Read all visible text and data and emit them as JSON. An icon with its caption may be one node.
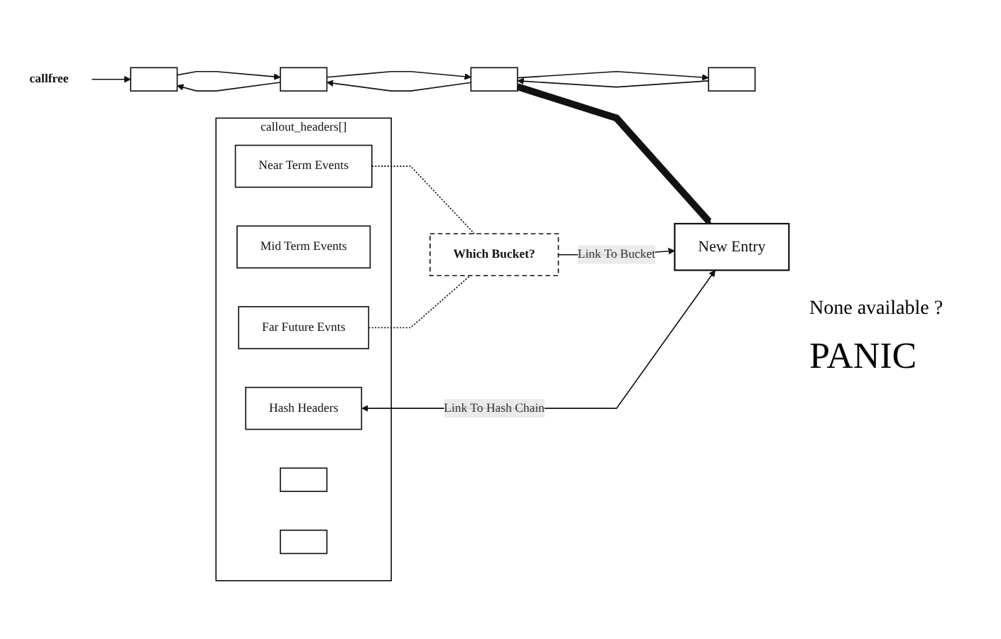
{
  "diagram": {
    "nodes": [
      {
        "text": [
          "callfree"
        ]
      },
      {
        "text": [],
        "shape": "box"
      },
      {
        "text": [],
        "shape": "box"
      },
      {
        "text": [],
        "shape": "box"
      },
      {
        "text": [],
        "shape": "box"
      },
      {
        "text": [
          "callout_headers[]"
        ]
      },
      {
        "text": [
          "Near Term Events"
        ],
        "in": 5
      },
      {
        "text": [
          "Mid Term Events"
        ],
        "in": 5
      },
      {
        "text": [
          "Far Future Evnts"
        ],
        "in": 5
      },
      {
        "text": [
          "Hash Headers"
        ],
        "in": 5
      },
      {
        "text": [],
        "shape": "box",
        "in": 5
      },
      {
        "text": [],
        "shape": "box",
        "in": 5
      },
      {
        "text": [
          "Which Bucket?"
        ]
      },
      {
        "text": [
          "New Entry"
        ]
      }
    ],
    "edges": [
      {
        "from": 0,
        "to": 1,
        "arrow": "to"
      },
      {
        "from": 2,
        "to": 1,
        "arrow": "to"
      },
      {
        "from": 1,
        "to": 2,
        "arrow": "to"
      },
      {
        "from": 3,
        "to": 2,
        "arrow": "to"
      },
      {
        "from": 2,
        "to": 3,
        "arrow": "to"
      },
      {
        "from": 4,
        "to": 3,
        "arrow": "to"
      },
      {
        "from": 3,
        "to": 4,
        "arrow": "to"
      },
      {
        "from": 3,
        "to": 13,
        "arrow": "to",
        "style": "thick"
      },
      {
        "from": 6,
        "to": 12,
        "arrow": "none",
        "style": "dashed"
      },
      {
        "from": 8,
        "to": 12,
        "arrow": "none",
        "style": "dashed"
      },
      {
        "from": 12,
        "to": 13,
        "arrow": "to",
        "label": "Link To Bucket"
      },
      {
        "from": 9,
        "to": 13,
        "arrow": "both",
        "label": "Link To Hash Chain"
      }
    ],
    "labels": [
      "None available ?",
      "PANIC"
    ]
  }
}
